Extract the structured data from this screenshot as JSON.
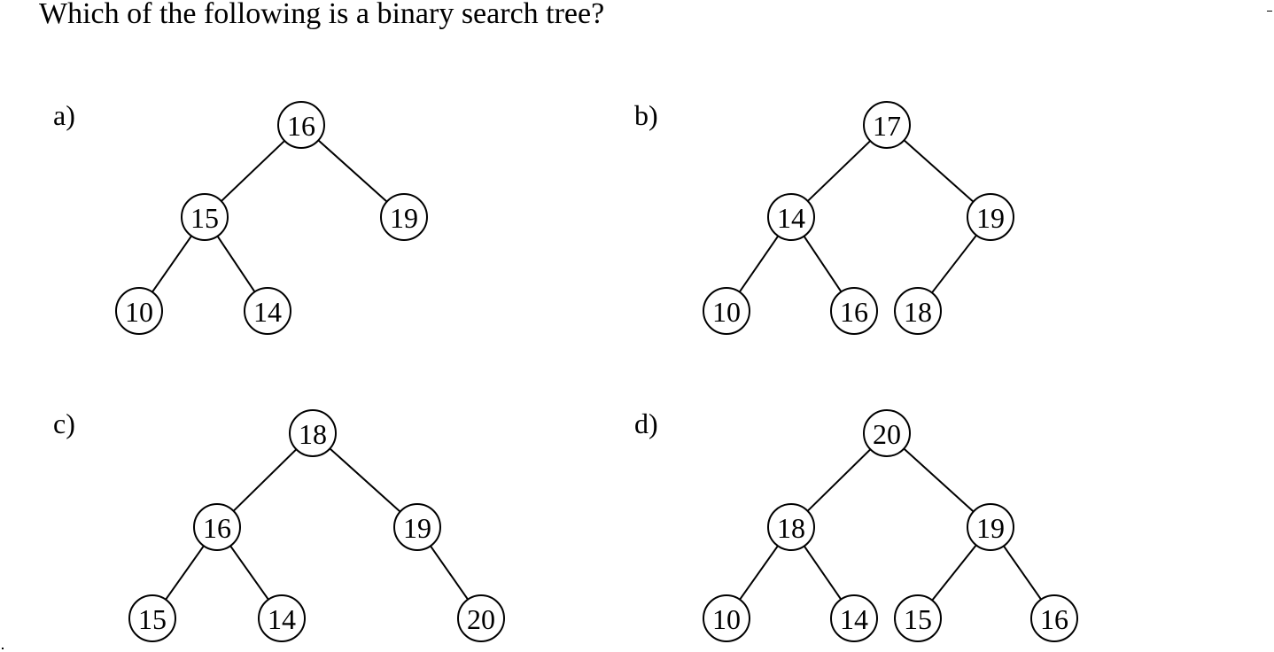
{
  "question": "Which of the following is a binary search tree?",
  "options": [
    {
      "label": "a)",
      "nodes": [
        "16",
        "15",
        "19",
        "10",
        "14"
      ],
      "edges": [
        [
          0,
          1
        ],
        [
          0,
          2
        ],
        [
          1,
          3
        ],
        [
          1,
          4
        ]
      ]
    },
    {
      "label": "b)",
      "nodes": [
        "17",
        "14",
        "19",
        "10",
        "16",
        "18"
      ],
      "edges": [
        [
          0,
          1
        ],
        [
          0,
          2
        ],
        [
          1,
          3
        ],
        [
          1,
          4
        ],
        [
          2,
          5
        ]
      ]
    },
    {
      "label": "c)",
      "nodes": [
        "18",
        "16",
        "19",
        "15",
        "14",
        "20"
      ],
      "edges": [
        [
          0,
          1
        ],
        [
          0,
          2
        ],
        [
          1,
          3
        ],
        [
          1,
          4
        ],
        [
          2,
          5
        ]
      ]
    },
    {
      "label": "d)",
      "nodes": [
        "20",
        "18",
        "19",
        "10",
        "14",
        "15",
        "16"
      ],
      "edges": [
        [
          0,
          1
        ],
        [
          0,
          2
        ],
        [
          1,
          3
        ],
        [
          1,
          4
        ],
        [
          2,
          5
        ],
        [
          2,
          6
        ]
      ]
    }
  ]
}
